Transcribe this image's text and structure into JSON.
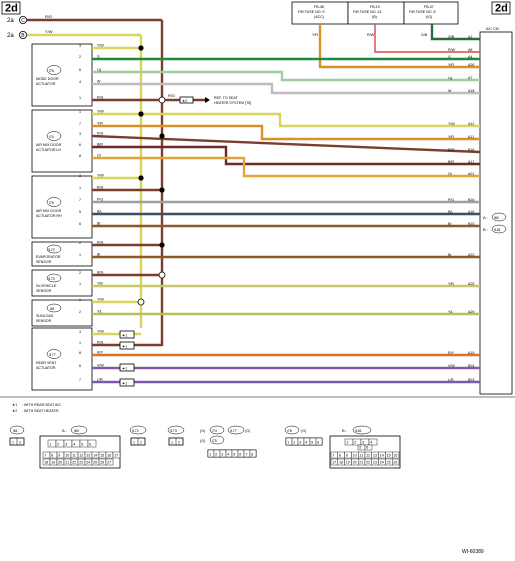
{
  "page_refs": {
    "left": "2d",
    "right": "2d"
  },
  "continuations": [
    {
      "label": "2a",
      "ref": "C",
      "color": "R/G"
    },
    {
      "label": "2a",
      "ref": "B",
      "color": "Y/W"
    }
  ],
  "fuses": [
    {
      "line1": "FB-48",
      "line2": "F/B FUSE NO. 9",
      "line3": "(ACC)",
      "wire": "Y/R"
    },
    {
      "line1": "FB-19",
      "line2": "F/B FUSE NO. 14",
      "line3": "(B)",
      "wire": "R/W"
    },
    {
      "line1": "FB-37",
      "line2": "F/B FUSE NO. 8",
      "line3": "(IG)",
      "wire": "G/B"
    }
  ],
  "ac_unit": {
    "label": "A/C CM",
    "conn_a": "A :",
    "conn_a_id": "i80",
    "conn_b": "B :",
    "conn_b_id": "i181"
  },
  "components": [
    {
      "id": "i76",
      "name": "MODE DOOR ACTUATOR",
      "line1": "MODE DOOR",
      "line2": "ACTUATOR"
    },
    {
      "id": "i74",
      "name": "AIR MIX DOOR ACTUATOR LH",
      "line1": "AIR MIX DOOR",
      "line2": "ACTUATOR LH"
    },
    {
      "id": "i75",
      "name": "AIR MIX DOOR ACTUATOR RH",
      "line1": "AIR MIX DOOR",
      "line2": "ACTUATOR RH"
    },
    {
      "id": "i172",
      "name": "EVAPORATOR SENSOR",
      "line1": "EVAPORATOR",
      "line2": "SENSOR"
    },
    {
      "id": "i173",
      "name": "IN-VEHICLE SENSOR",
      "line1": "IN-VEHICLE",
      "line2": "SENSOR"
    },
    {
      "id": "i81",
      "name": "SUNLOAD SENSOR",
      "line1": "SUNLOAD",
      "line2": "SENSOR"
    },
    {
      "id": "i177",
      "name": "REAR VENT ACTUATOR",
      "line1": "REAR VENT",
      "line2": "ACTUATOR"
    }
  ],
  "pins": [
    {
      "num": "3",
      "color": "Y/W"
    },
    {
      "num": "2",
      "color": "G"
    },
    {
      "num": "6",
      "color": "Lg"
    },
    {
      "num": "4",
      "color": "W"
    },
    {
      "num": "1",
      "color": "R/G"
    },
    {
      "num": "1",
      "color": "Y/W"
    },
    {
      "num": "7",
      "color": "Y/R"
    },
    {
      "num": "3",
      "color": "R/G"
    },
    {
      "num": "6",
      "color": "B/R"
    },
    {
      "num": "8",
      "color": "Or"
    },
    {
      "num": "3",
      "color": "Y/W"
    },
    {
      "num": "1",
      "color": "R/G"
    },
    {
      "num": "7",
      "color": "P/G"
    },
    {
      "num": "5",
      "color": "B/L"
    },
    {
      "num": "6",
      "color": "Br"
    },
    {
      "num": "2",
      "color": "R/G"
    },
    {
      "num": "1",
      "color": "Br"
    },
    {
      "num": "2",
      "color": "R/G"
    },
    {
      "num": "1",
      "color": "Y/B"
    },
    {
      "num": "1",
      "color": "Y/W"
    },
    {
      "num": "2",
      "color": "Y/L"
    },
    {
      "num": "3",
      "color": "Y/W"
    },
    {
      "num": "1",
      "color": "R/G"
    },
    {
      "num": "8",
      "color": "R/Y"
    },
    {
      "num": "6",
      "color": "V/W"
    },
    {
      "num": "7",
      "color": "L/R"
    }
  ],
  "ac_pins": [
    {
      "color": "G/B",
      "pin": "A1"
    },
    {
      "color": "R/W",
      "pin": "A8"
    },
    {
      "color": "Y/R",
      "pin": "A26"
    },
    {
      "color": "G",
      "pin": "A4"
    },
    {
      "color": "Lg",
      "pin": "A7"
    },
    {
      "color": "W",
      "pin": "A18"
    },
    {
      "color": "Y/W",
      "pin": "A12"
    },
    {
      "color": "Y/R",
      "pin": "A11"
    },
    {
      "color": "R/G",
      "pin": "B18"
    },
    {
      "color": "B/R",
      "pin": "A17"
    },
    {
      "color": "Or",
      "pin": "A21"
    },
    {
      "color": "P/G",
      "pin": "B16"
    },
    {
      "color": "B/L",
      "pin": "A16"
    },
    {
      "color": "Br",
      "pin": "B15"
    },
    {
      "color": "Br",
      "pin": "A22"
    },
    {
      "color": "Y/B",
      "pin": "A25"
    },
    {
      "color": "Y/L",
      "pin": "A29"
    },
    {
      "color": "R/Y",
      "pin": "A19"
    },
    {
      "color": "V/W",
      "pin": "B24"
    },
    {
      "color": "L/R",
      "pin": "B23"
    }
  ],
  "branch": {
    "wire_label": "R/G",
    "marker": "★2",
    "text1": "REF. TO SEAT",
    "text2": "HEATER SYSTEM [T6]"
  },
  "markers": [
    "★1",
    "★1",
    "★1",
    "★1"
  ],
  "notes": [
    {
      "mark": "★1",
      "text": ": WITH REAR SEAT A/C"
    },
    {
      "mark": "★2",
      "text": ": WITH SEAT HEATER"
    }
  ],
  "connector_views": [
    {
      "id": "i81",
      "rows": [
        [
          "1",
          "2"
        ]
      ]
    },
    {
      "id": "i80",
      "prefix": "A :",
      "rows": [
        [
          "1",
          "2",
          "3",
          "4",
          "5",
          "6"
        ],
        [
          "7",
          "8",
          "9",
          "10",
          "11",
          "12",
          "13",
          "14",
          "15",
          "16",
          "17"
        ],
        [
          "18",
          "19",
          "20",
          "21",
          "22",
          "23",
          "24",
          "25",
          "26",
          "27"
        ]
      ]
    },
    {
      "id": "i172",
      "rows": [
        [
          "1",
          "2"
        ]
      ]
    },
    {
      "id": "i173",
      "rows": [
        [
          "1",
          "2"
        ]
      ]
    },
    {
      "id": "i74",
      "group_left": "(G)",
      "group_right": "(G)",
      "id2": "i177",
      "id3": "i75",
      "id3_group": "(G)",
      "rows": [
        [
          "1",
          "2",
          "3",
          "4",
          "5",
          "6",
          "7",
          "8"
        ]
      ]
    },
    {
      "id": "i76",
      "group_right": "(G)",
      "rows": [
        [
          "1",
          "2",
          "3",
          "4",
          "5",
          "6"
        ]
      ]
    },
    {
      "id": "i181",
      "prefix": "B :",
      "rows": [
        [
          "1",
          "2",
          "3",
          "4"
        ],
        [
          "5",
          "6"
        ],
        [
          "7",
          "8",
          "9",
          "10",
          "11",
          "12",
          "13",
          "14",
          "15",
          "16"
        ],
        [
          "17",
          "18",
          "19",
          "20",
          "21",
          "22",
          "23",
          "24",
          "25",
          "26"
        ]
      ]
    }
  ],
  "doc_id": "WI-60389",
  "colors": {
    "R/G": "#7a3e2a",
    "Y/W": "#d9d45a",
    "G": "#1f8a3a",
    "Lg": "#9fcf9a",
    "W": "#bdbdbd",
    "Y/R": "#d9902b",
    "B/R": "#6e2828",
    "Or": "#e3a33a",
    "P/G": "#9aa0a8",
    "B/L": "#3c4f66",
    "Br": "#8b5a2b",
    "Y/B": "#c8c86a",
    "Y/L": "#b5c25a",
    "R/Y": "#d8752a",
    "V/W": "#8a5aa0",
    "L/R": "#7a5ab0",
    "G/B": "#2e6b3a",
    "R/W": "#d64a4a"
  }
}
